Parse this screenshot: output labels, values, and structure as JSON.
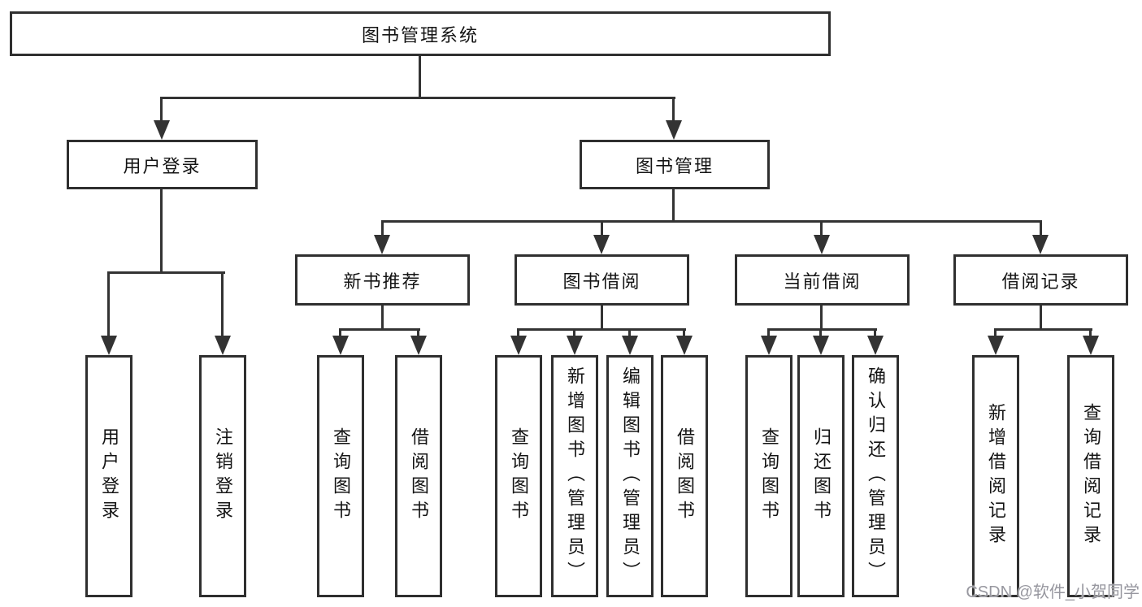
{
  "tree": {
    "label": "图书管理系统",
    "children": [
      {
        "label": "用户登录",
        "children": [
          {
            "label": "用户登录"
          },
          {
            "label": "注销登录"
          }
        ]
      },
      {
        "label": "图书管理",
        "children": [
          {
            "label": "新书推荐",
            "children": [
              {
                "label": "查询图书"
              },
              {
                "label": "借阅图书"
              }
            ]
          },
          {
            "label": "图书借阅",
            "children": [
              {
                "label": "查询图书"
              },
              {
                "label": "新增图书（管理员）"
              },
              {
                "label": "编辑图书（管理员）"
              },
              {
                "label": "借阅图书"
              }
            ]
          },
          {
            "label": "当前借阅",
            "children": [
              {
                "label": "查询图书"
              },
              {
                "label": "归还图书"
              },
              {
                "label": "确认归还（管理员）"
              }
            ]
          },
          {
            "label": "借阅记录",
            "children": [
              {
                "label": "新增借阅记录"
              },
              {
                "label": "查询借阅记录"
              }
            ]
          }
        ]
      }
    ]
  },
  "watermark": "CSDN @软件_小贺同学",
  "colors": {
    "line": "#333333",
    "box_border": "#2f2f2f",
    "text": "#141414",
    "background": "#ffffff",
    "watermark": "#97979f"
  }
}
